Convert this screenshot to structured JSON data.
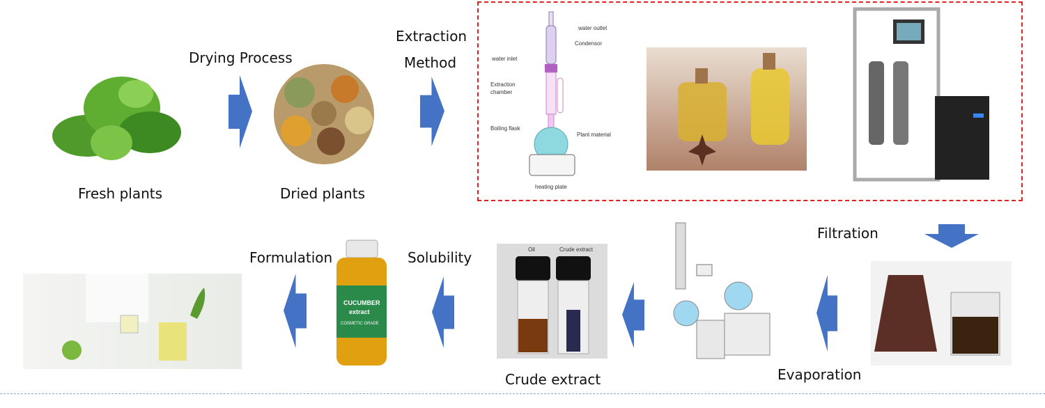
{
  "colors": {
    "arrow": "#4472C4",
    "dashed_box": "#E02020",
    "bottom_rule": "#7FA7D0"
  },
  "steps": {
    "fresh_plants": "Fresh plants",
    "drying_process": "Drying Process",
    "dried_plants": "Dried plants",
    "extraction_method_line1": "Extraction",
    "extraction_method_line2": "Method",
    "filtration": "Filtration",
    "evaporation": "Evaporation",
    "crude_extract": "Crude extract",
    "solubility": "Solubility",
    "formulation": "Formulation"
  },
  "soxhlet": {
    "water_outlet": "water outlet",
    "condensor": "Condensor",
    "water_inlet": "water inlet",
    "extraction_chamber_1": "Extraction",
    "extraction_chamber_2": "chamber",
    "boiling_flask": "Boiling flask",
    "plant_material": "Plant material",
    "heating_plate": "heating plate"
  },
  "vials": {
    "oil": "Oil",
    "crude_extract": "Crude extract"
  },
  "product": {
    "line1": "CUCUMBER",
    "line2": "extract",
    "grade": "COSMETIC GRADE"
  }
}
